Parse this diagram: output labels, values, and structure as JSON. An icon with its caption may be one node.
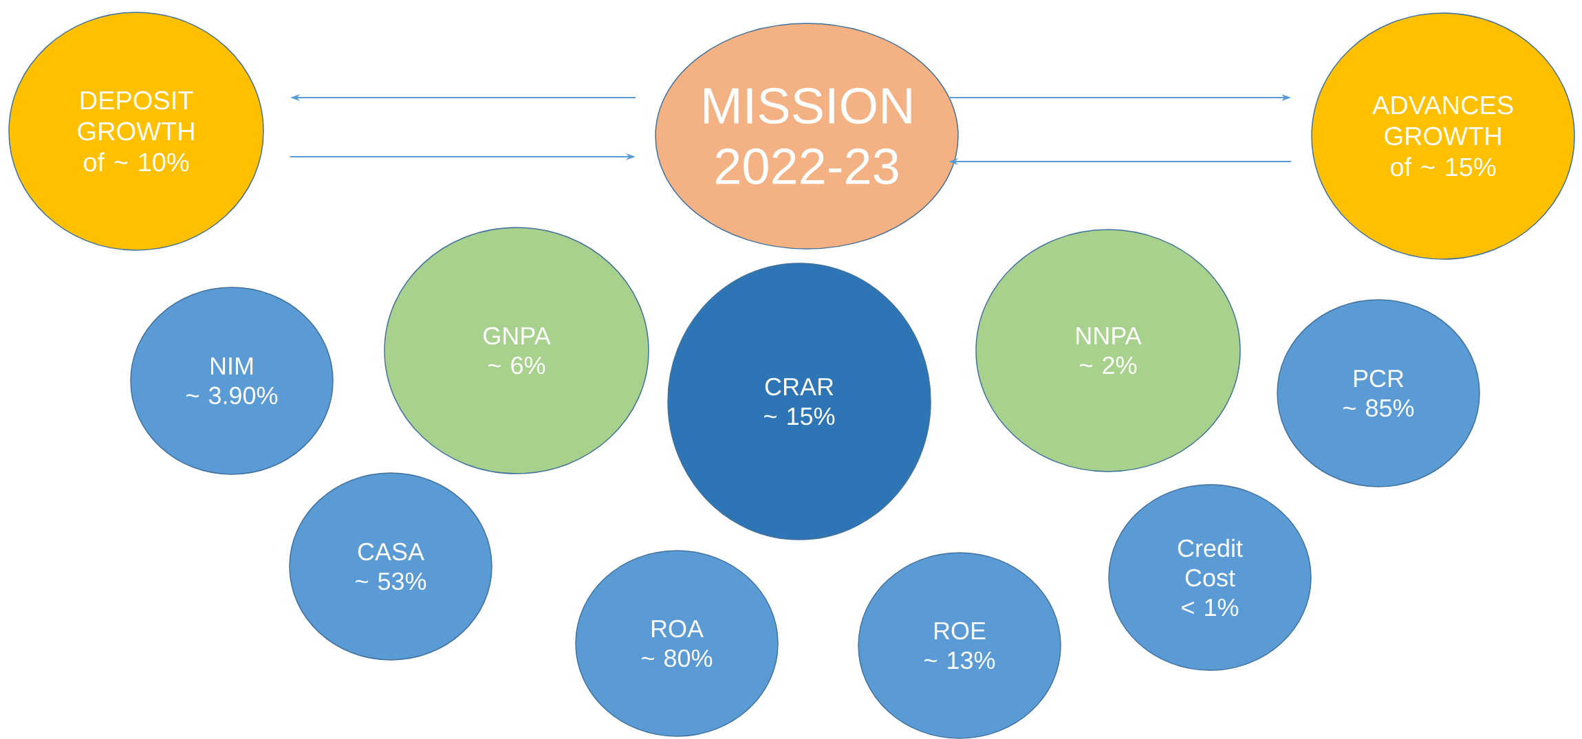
{
  "diagram": {
    "nodes": [
      {
        "text": [
          "DEPOSIT GROWTH",
          "of ~ 10%"
        ]
      },
      {
        "text": [
          "MISSION 2022-23"
        ]
      },
      {
        "text": [
          "ADVANCES GROWTH",
          "of ~ 15%"
        ]
      },
      {
        "text": [
          "NIM",
          "~ 3.90%"
        ]
      },
      {
        "text": [
          "GNPA",
          "~ 6%"
        ]
      },
      {
        "text": [
          "CRAR",
          "~ 15%"
        ]
      },
      {
        "text": [
          "NNPA",
          "~ 2%"
        ]
      },
      {
        "text": [
          "PCR",
          "~ 85%"
        ]
      },
      {
        "text": [
          "CASA",
          "~ 53%"
        ]
      },
      {
        "text": [
          "ROA",
          "~ 80%"
        ]
      },
      {
        "text": [
          "ROE",
          "~ 13%"
        ]
      },
      {
        "text": [
          "Credit Cost",
          "< 1%"
        ]
      }
    ],
    "edges": [
      {
        "from": 1,
        "to": 0,
        "arrow": "to"
      },
      {
        "from": 0,
        "to": 1,
        "arrow": "to"
      },
      {
        "from": 1,
        "to": 2,
        "arrow": "to"
      },
      {
        "from": 2,
        "to": 1,
        "arrow": "to"
      }
    ]
  }
}
